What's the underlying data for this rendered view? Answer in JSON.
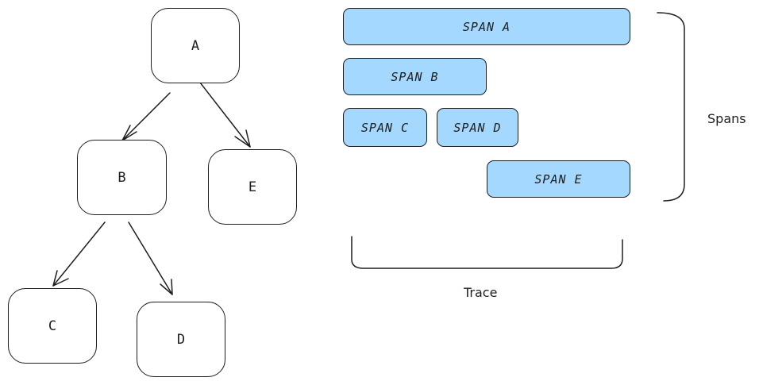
{
  "tree": {
    "nodes": [
      {
        "id": "a",
        "label": "A"
      },
      {
        "id": "b",
        "label": "B"
      },
      {
        "id": "e",
        "label": "E"
      },
      {
        "id": "c",
        "label": "C"
      },
      {
        "id": "d",
        "label": "D"
      }
    ],
    "edges": [
      {
        "from": "A",
        "to": "B"
      },
      {
        "from": "A",
        "to": "E"
      },
      {
        "from": "B",
        "to": "C"
      },
      {
        "from": "B",
        "to": "D"
      }
    ]
  },
  "timeline": {
    "spans": [
      {
        "id": "a",
        "label": "SPAN A"
      },
      {
        "id": "b",
        "label": "SPAN B"
      },
      {
        "id": "c",
        "label": "SPAN C"
      },
      {
        "id": "d",
        "label": "SPAN D"
      },
      {
        "id": "e",
        "label": "SPAN E"
      }
    ],
    "spans_label": "Spans",
    "trace_label": "Trace"
  },
  "colors": {
    "span_fill": "#a5d8ff",
    "stroke": "#1e1e1e",
    "background": "#ffffff"
  }
}
